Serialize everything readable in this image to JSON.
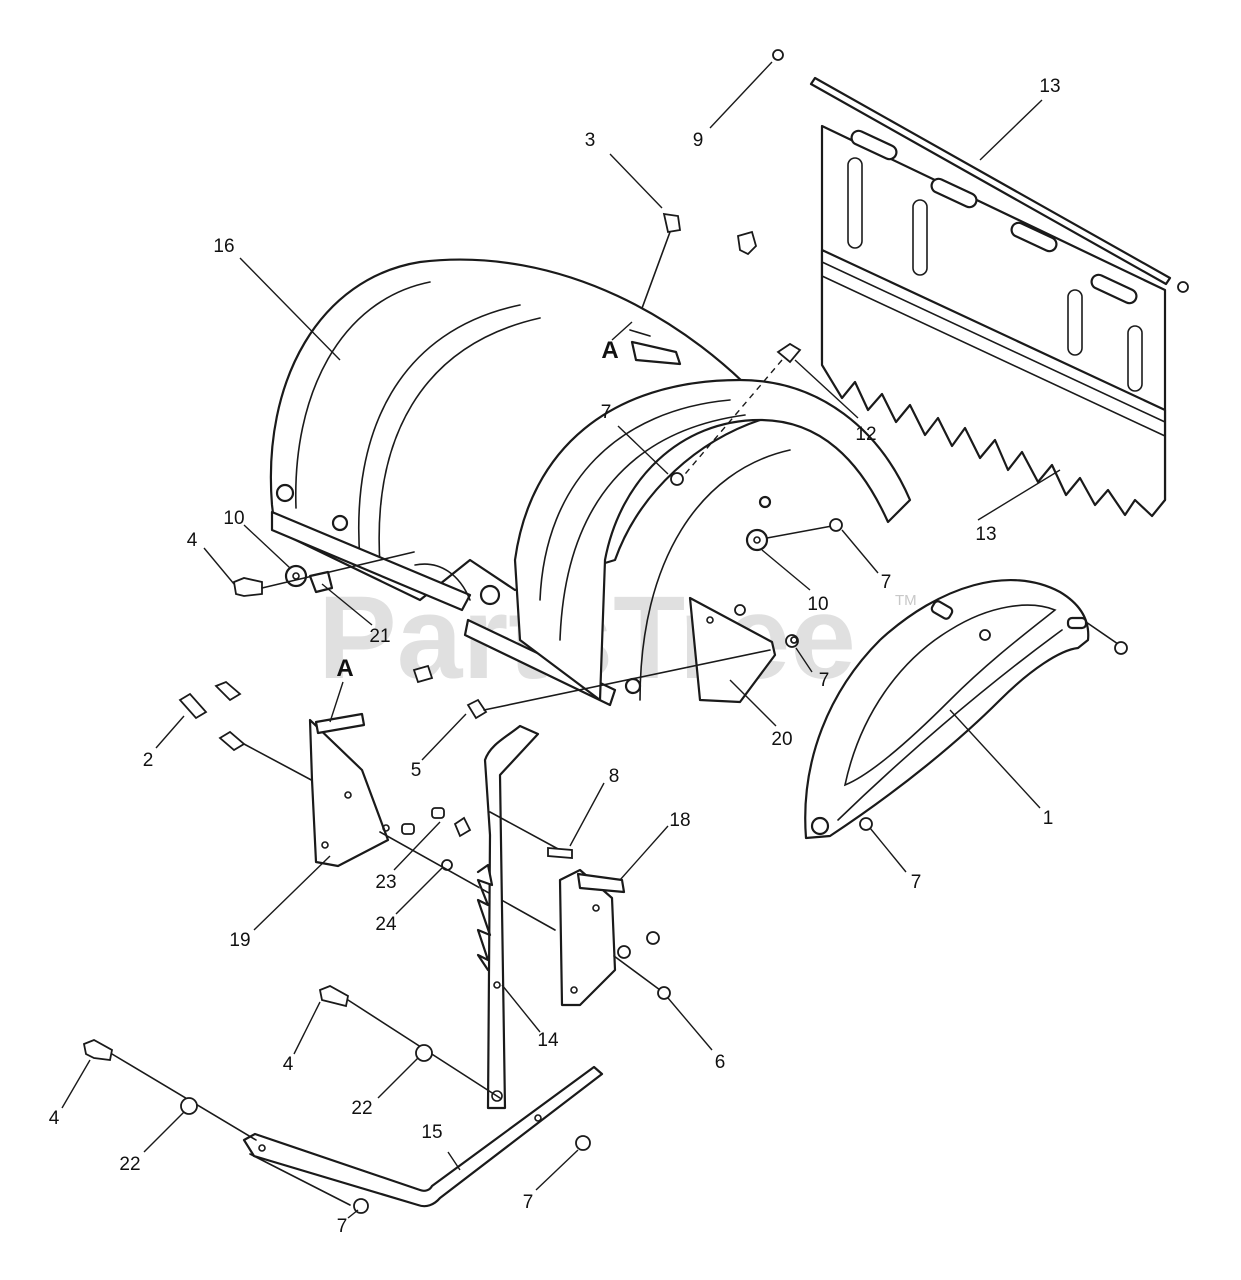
{
  "watermark": {
    "text": "PartsTree",
    "mark": "TM"
  },
  "reference_labels": [
    "A",
    "A"
  ],
  "callouts": [
    "13",
    "9",
    "3",
    "16",
    "12",
    "7",
    "13",
    "10",
    "4",
    "10",
    "7",
    "21",
    "7",
    "A",
    "20",
    "2",
    "5",
    "1",
    "8",
    "18",
    "23",
    "19",
    "24",
    "7",
    "14",
    "6",
    "4",
    "22",
    "4",
    "22",
    "15",
    "7",
    "7"
  ]
}
